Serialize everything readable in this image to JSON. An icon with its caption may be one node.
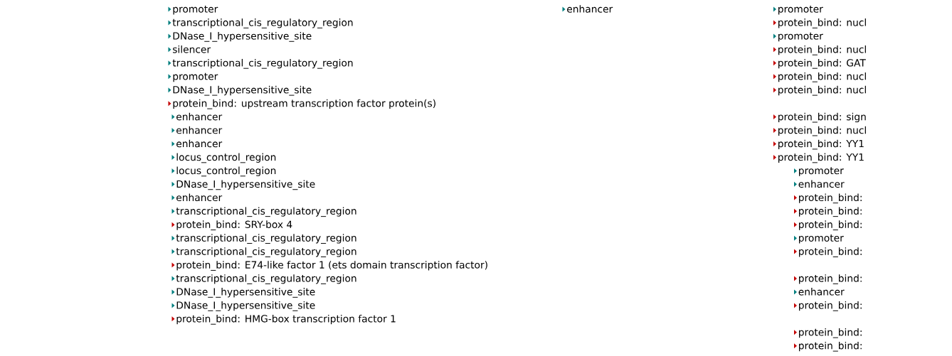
{
  "diagram": {
    "labels": [
      "promoter",
      "transcriptional_cis_regulatory_region",
      "DNase_I_hypersensitive_site",
      "silencer",
      "transcriptional_cis_regulatory_region",
      "promoter",
      "DNase_I_hypersensitive_site",
      "protein_bind: upstream transcription factor protein(s)",
      "enhancer",
      "enhancer",
      "enhancer",
      "locus_control_region",
      "locus_control_region",
      "DNase_I_hypersensitive_site",
      "enhancer",
      "transcriptional_cis_regulatory_region",
      "protein_bind: SRY-box 4",
      "transcriptional_cis_regulatory_region",
      "transcriptional_cis_regulatory_region",
      "protein_bind: E74-like factor 1 (ets domain transcription factor)",
      "transcriptional_cis_regulatory_region",
      "DNase_I_hypersensitive_site",
      "DNase_I_hypersensitive_site",
      "protein_bind: HMG-box transcription factor 1",
      "enhancer",
      "promoter",
      "protein_bind: nucl",
      "promoter",
      "protein_bind: nucl",
      "protein_bind: GAT",
      "protein_bind: nucl",
      "protein_bind: nucl",
      "protein_bind: sign",
      "protein_bind: nucl",
      "protein_bind: YY1",
      "protein_bind: YY1",
      "promoter",
      "enhancer",
      "protein_bind:",
      "protein_bind:",
      "protein_bind:",
      "promoter",
      "protein_bind:",
      "protein_bind:",
      "enhancer",
      "protein_bind:",
      "protein_bind:",
      "protein_bind:"
    ]
  }
}
